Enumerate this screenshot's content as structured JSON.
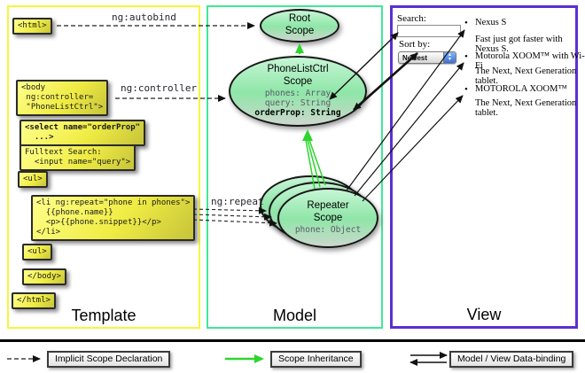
{
  "sections": {
    "template": "Template",
    "model": "Model",
    "view": "View"
  },
  "code_boxes": {
    "html_open": "<html>",
    "body_open": "<body\n ng:controller=\n \"PhoneListCtrl\">",
    "select": "<select name=\"orderProp\"\n  ...>",
    "fulltext": "Fulltext Search:\n  <input name=\"query\">",
    "ul_open": "<ul>",
    "li_repeat": "<li ng:repeat=\"phone in phones\">\n  {{phone.name}}\n  <p>{{phone.snippet}}</p>\n</li>",
    "ul_close": "<ul>",
    "body_close": "</body>",
    "html_close": "</html>"
  },
  "directive_labels": {
    "autobind": "ng:autobind",
    "controller": "ng:controller",
    "repeat": "ng:repeat"
  },
  "scopes": {
    "root": {
      "title": "Root\nScope"
    },
    "phonelist": {
      "title": "PhoneListCtrl\nScope",
      "props": "phones: Array\nquery: String",
      "bold_prop": "orderProp: String"
    },
    "repeater": {
      "title": "Repeater\nScope",
      "prop": "phone: Object"
    }
  },
  "view": {
    "search_label": "Search:",
    "search_value": "",
    "sort_label": "Sort by:",
    "sort_value": "Newest",
    "items": [
      {
        "name": "Nexus S",
        "desc": "Fast just got faster with Nexus S."
      },
      {
        "name": "Motorola XOOM™ with Wi-Fi",
        "desc": "The Next, Next Generation tablet."
      },
      {
        "name": "MOTOROLA XOOM™",
        "desc": "The Next, Next Generation tablet."
      }
    ]
  },
  "legend": {
    "implicit": "Implicit Scope Declaration",
    "inheritance": "Scope Inheritance",
    "binding": "Model / View Data-binding"
  },
  "colors": {
    "template_border": "#f6f63a",
    "model_border": "#3fe896",
    "view_border": "#5b2fd4",
    "box_yellow": "#f0ec44",
    "scope_green": "#8fe6a8",
    "inherit_green": "#2ed52e"
  }
}
